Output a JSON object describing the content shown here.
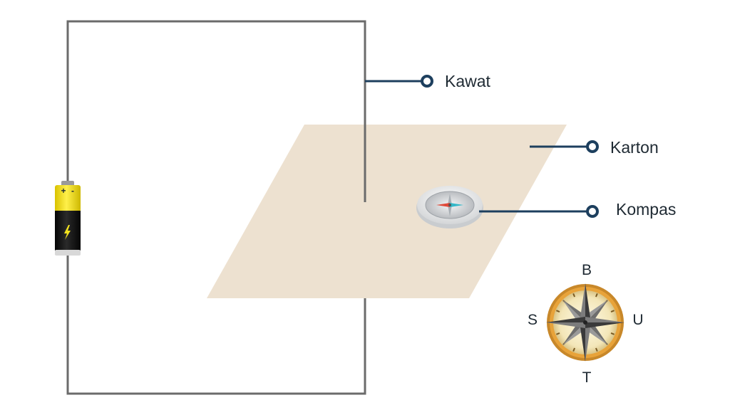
{
  "labels": {
    "wire": "Kawat",
    "cardboard": "Karton",
    "compass": "Kompas"
  },
  "battery": {
    "plus": "+",
    "minus": "-"
  },
  "compass_rose": {
    "north": "B",
    "south": "T",
    "west": "S",
    "east": "U"
  },
  "colors": {
    "wire": "#6b6b6b",
    "cardboard": "#ede1d0",
    "leader": "#1d3f5e",
    "battery_top": "#f2e21e",
    "battery_body": "#151515",
    "rose_ring": "#e8a33a"
  },
  "icons": {
    "battery": "battery-icon",
    "compass": "compass-icon",
    "rose": "compass-rose-icon"
  }
}
